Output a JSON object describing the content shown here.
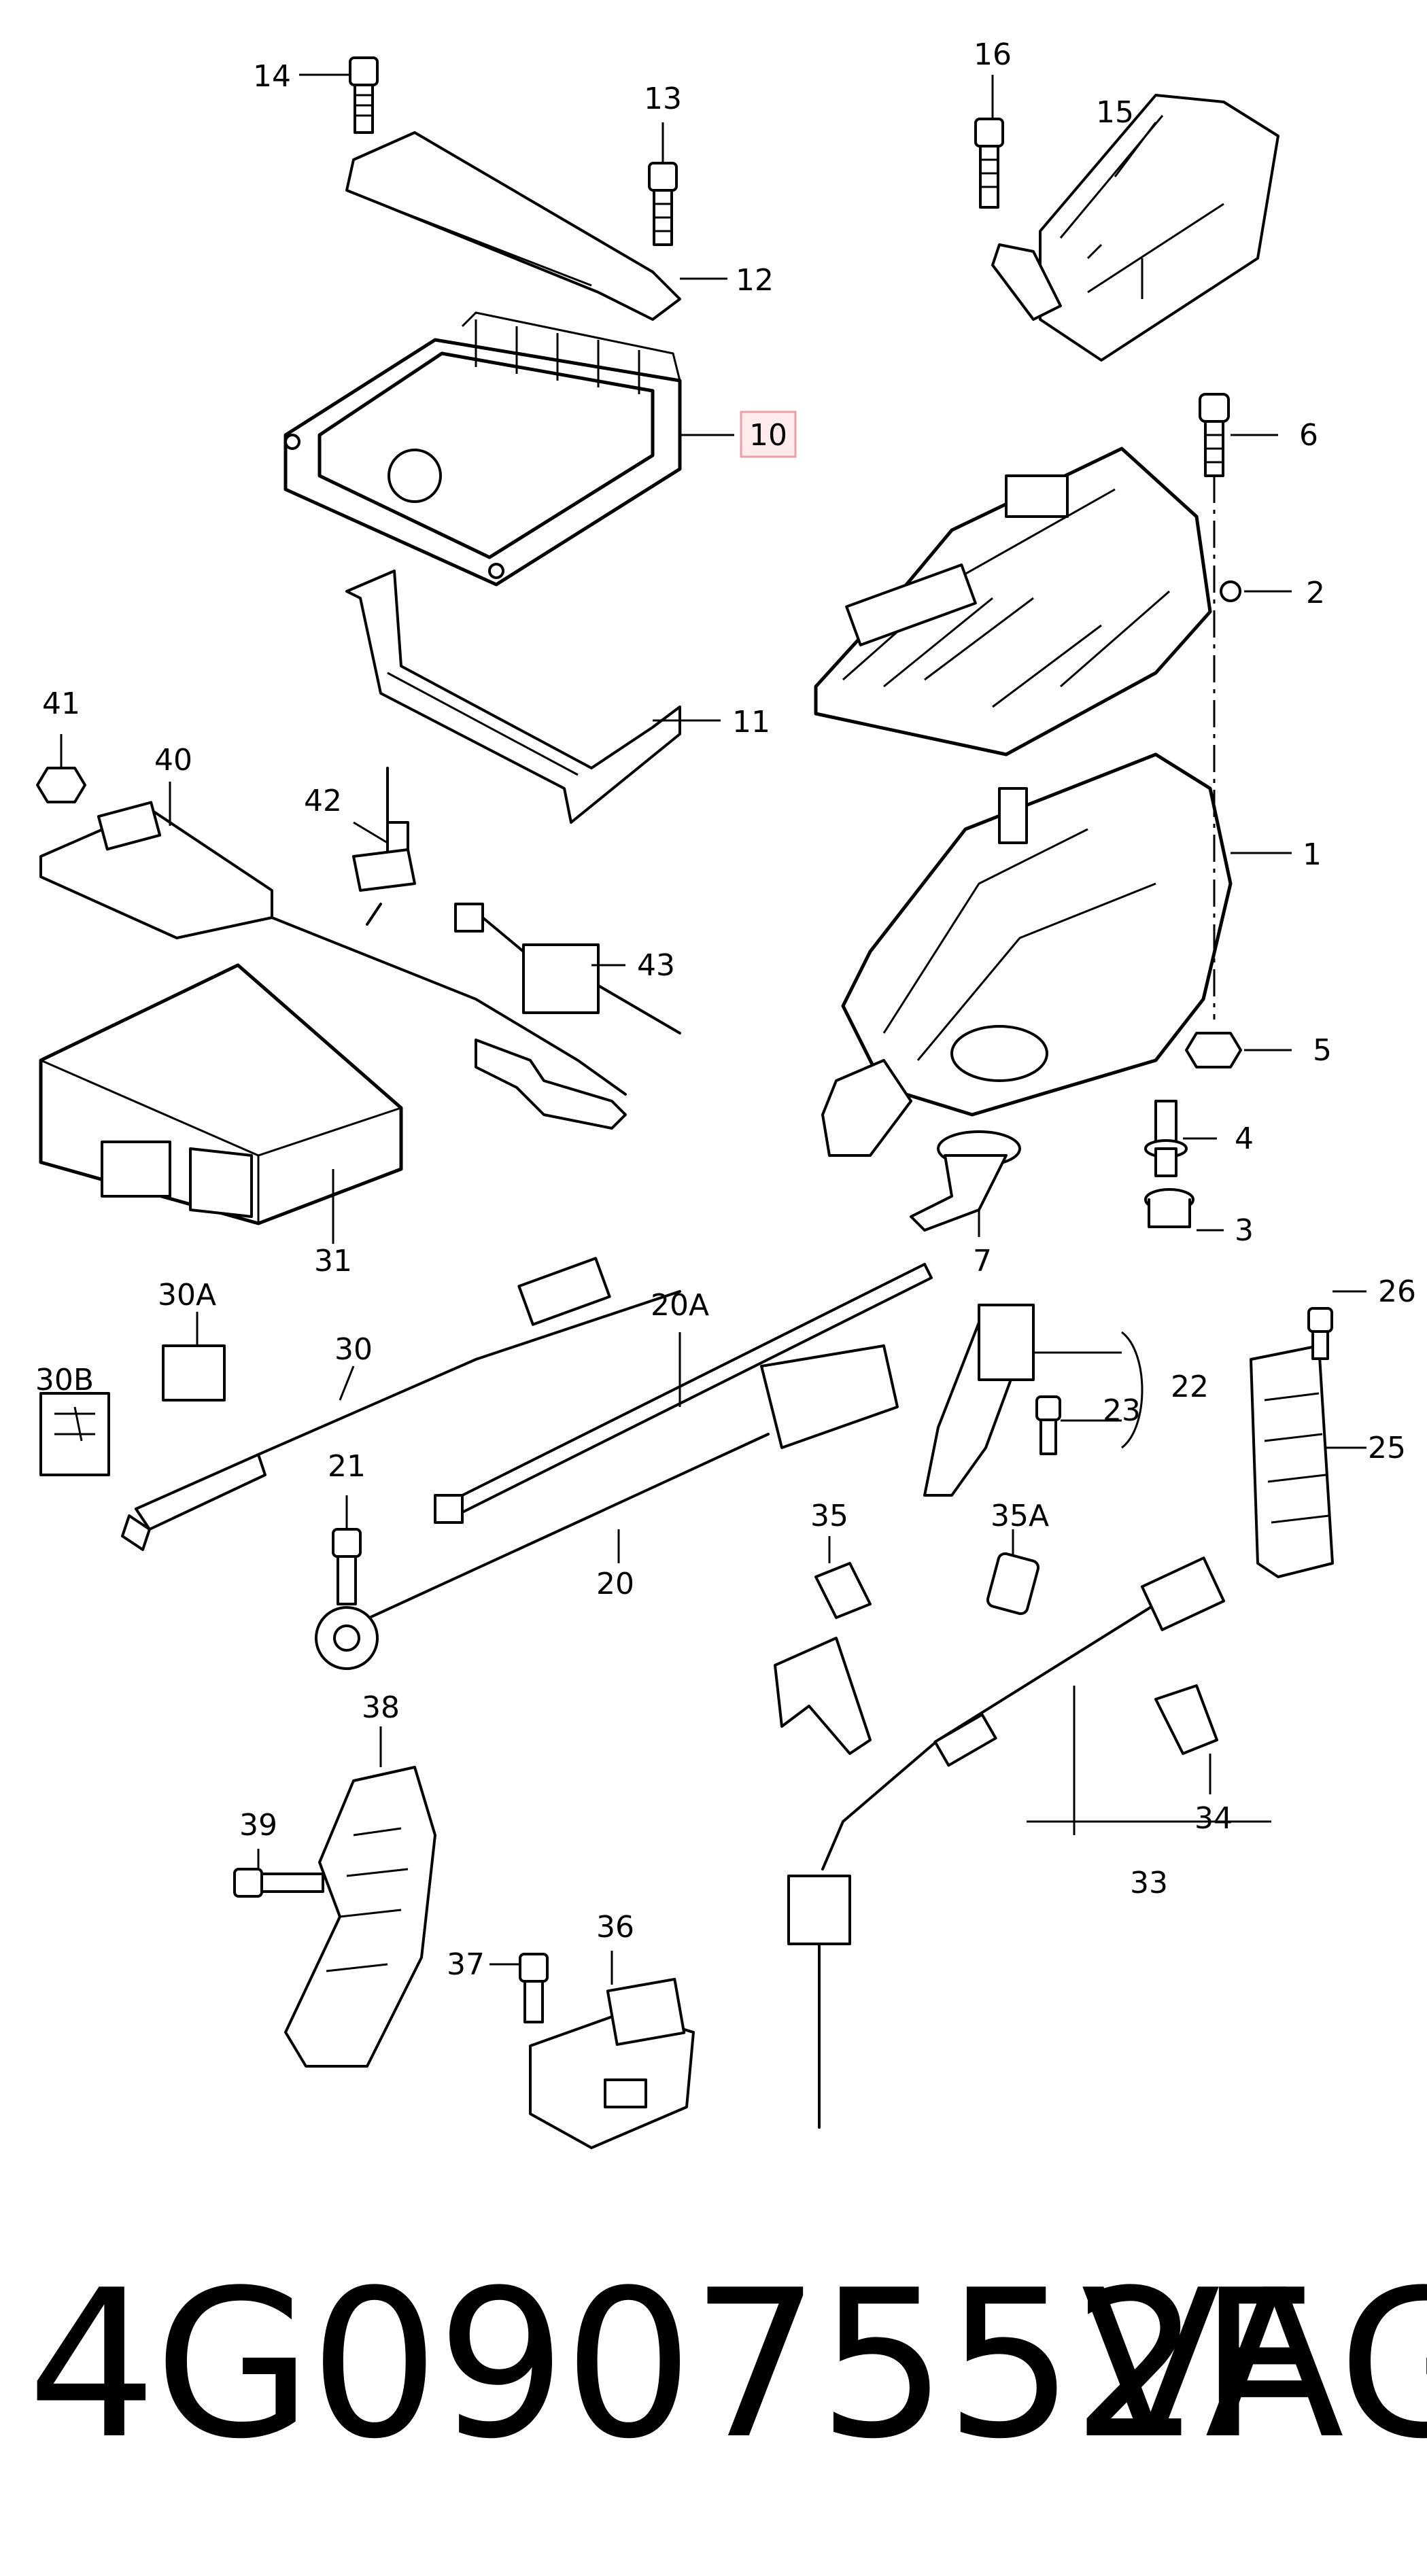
{
  "diagram": {
    "callouts": {
      "c1": "1",
      "c2": "2",
      "c3": "3",
      "c4": "4",
      "c5": "5",
      "c6": "6",
      "c7": "7",
      "c10": "10",
      "c11": "11",
      "c12": "12",
      "c13": "13",
      "c14": "14",
      "c15": "15",
      "c16": "16",
      "c20": "20",
      "c20a": "20A",
      "c21": "21",
      "c22": "22",
      "c23": "23",
      "c25": "25",
      "c26": "26",
      "c30": "30",
      "c30a": "30A",
      "c30b": "30B",
      "c31": "31",
      "c33": "33",
      "c34": "34",
      "c35": "35",
      "c35a": "35A",
      "c36": "36",
      "c37": "37",
      "c38": "38",
      "c39": "39",
      "c40": "40",
      "c41": "41",
      "c42": "42",
      "c43": "43"
    },
    "highlight_color": "#e8a0a8"
  },
  "footer": {
    "part_number": "4G0907552F",
    "brand": "VAG"
  }
}
